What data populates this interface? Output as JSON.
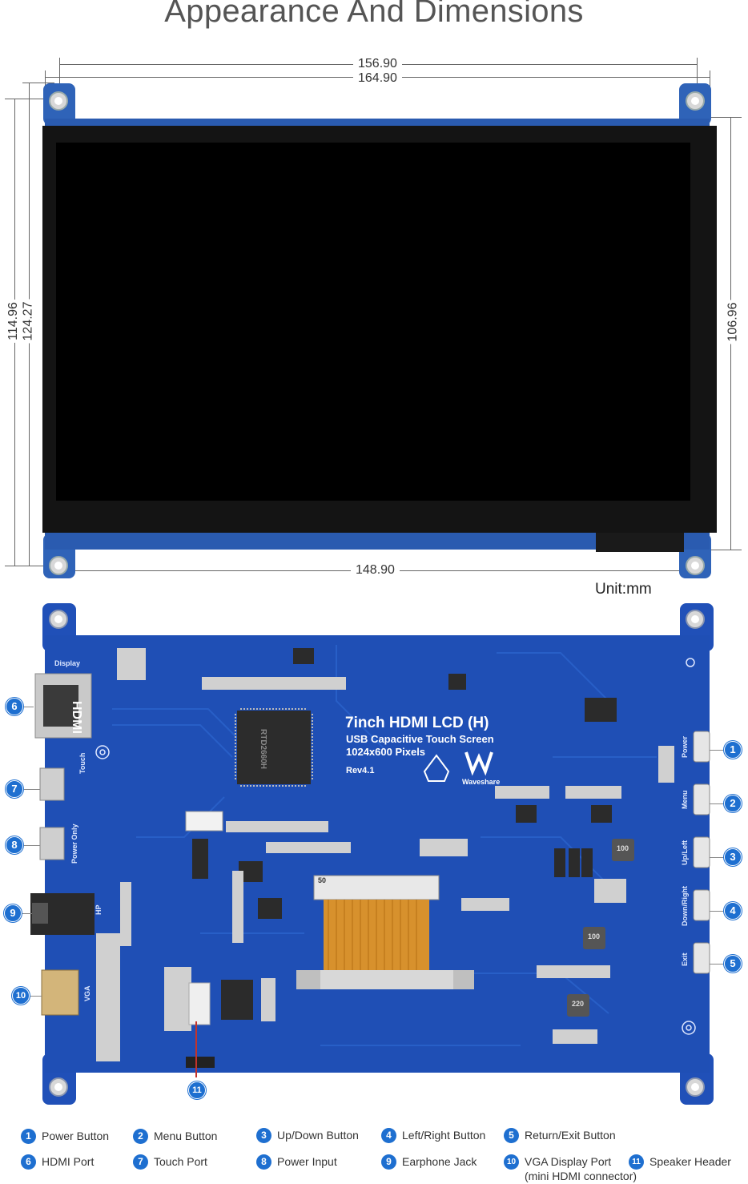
{
  "title": "Appearance And Dimensions",
  "dimensions": {
    "top_inner": "156.90",
    "top_outer": "164.90",
    "bottom": "148.90",
    "left_inner": "114.96",
    "left_outer": "124.27",
    "right": "106.96",
    "unit": "Unit:mm"
  },
  "board_text": {
    "product": "7inch HDMI LCD (H)",
    "line1": "USB Capacitive Touch Screen",
    "line2": "1024x600 Pixels",
    "rev": "Rev4.1",
    "brand": "Waveshare",
    "display": "Display",
    "hdmi": "HDMI",
    "touch": "Touch",
    "power_only": "Power Only",
    "hp": "HP",
    "vga": "VGA",
    "power": "Power",
    "menu": "Menu",
    "up_left": "Up/Left",
    "down_right": "Down/Right",
    "exit": "Exit",
    "chip_label": "RTD2660H",
    "fpc_label": "50",
    "ind100a": "100",
    "ind100b": "100",
    "ind220": "220"
  },
  "legend": [
    {
      "num": "1",
      "label": "Power Button"
    },
    {
      "num": "2",
      "label": "Menu Button"
    },
    {
      "num": "3",
      "label": "Up/Down Button"
    },
    {
      "num": "4",
      "label": "Left/Right Button"
    },
    {
      "num": "5",
      "label": "Return/Exit Button"
    },
    {
      "num": "6",
      "label": "HDMI Port"
    },
    {
      "num": "7",
      "label": "Touch Port"
    },
    {
      "num": "8",
      "label": "Power Input"
    },
    {
      "num": "9",
      "label": "Earphone Jack"
    },
    {
      "num": "10",
      "label": "VGA Display Port",
      "sub": "(mini HDMI connector)"
    },
    {
      "num": "11",
      "label": "Speaker Header"
    }
  ],
  "colors": {
    "pcb": "#1f4fb5",
    "callout": "#1e6fd0",
    "screen": "#000000"
  }
}
